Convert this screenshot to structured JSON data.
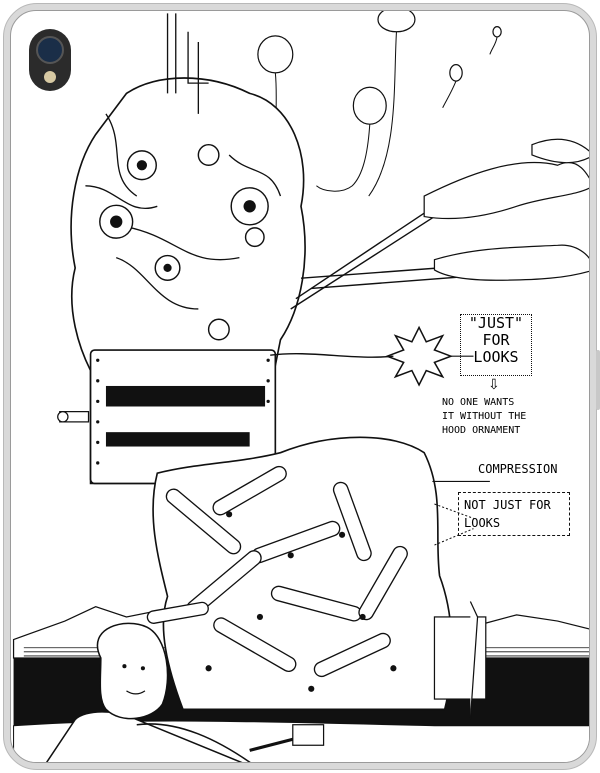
{
  "labels": {
    "just_quote": "\"JUST\"",
    "for": "FOR",
    "looks": "LOOKS",
    "arrow": "⇩",
    "note_line1": "NO ONE WANTS",
    "note_line2": "IT WITHOUT THE",
    "note_line3": "HOOD ORNAMENT",
    "compression": "COMPRESSION",
    "not_just_line1": "NOT JUST FOR",
    "not_just_line2": "LOOKS"
  },
  "colors": {
    "ink": "#111111",
    "paper": "#ffffff",
    "bezel": "#d9d9d9"
  },
  "icons": {
    "camera": "camera-icon"
  }
}
